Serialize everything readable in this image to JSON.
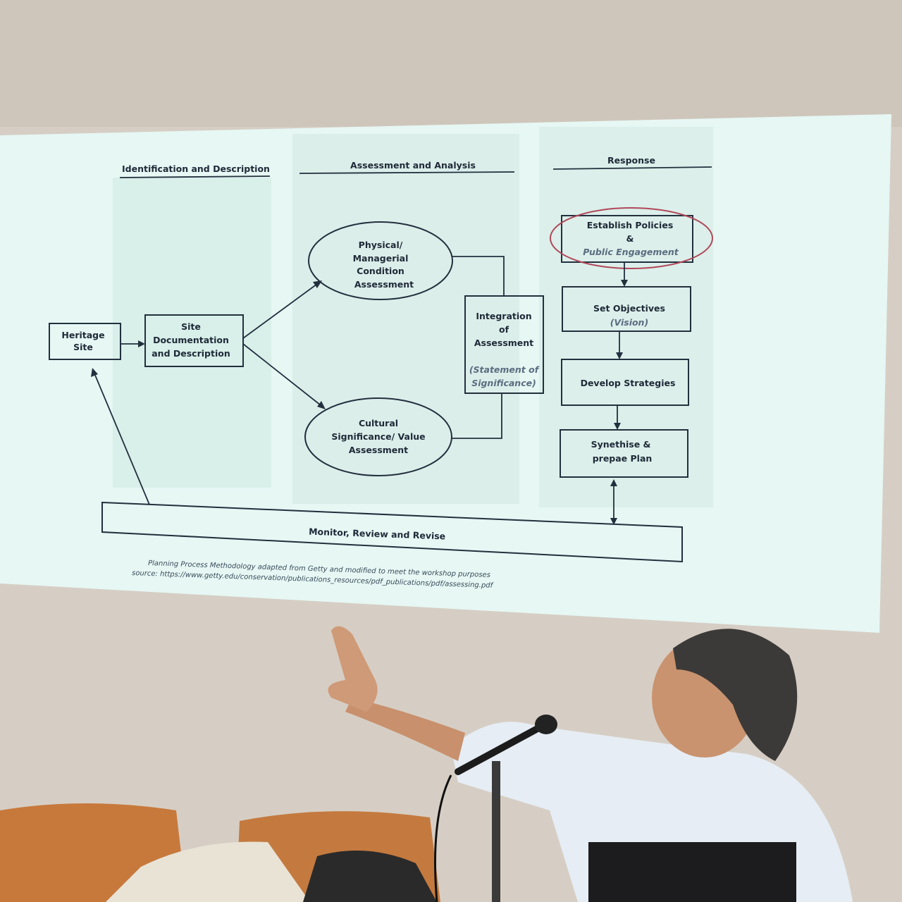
{
  "columns": {
    "identification": "Identification and Description",
    "assessment": "Assessment and Analysis",
    "response": "Response"
  },
  "nodes": {
    "heritage_site": [
      "Heritage",
      "Site"
    ],
    "site_documentation": [
      "Site",
      "Documentation",
      "and Description"
    ],
    "physical_assessment": [
      "Physical/",
      "Managerial",
      "Condition",
      "Assessment"
    ],
    "cultural_assessment": [
      "Cultural",
      "Significance/ Value",
      "Assessment"
    ],
    "integration": [
      "Integration",
      "of",
      "Assessment"
    ],
    "integration_note": [
      "(Statement of",
      "Significance)"
    ],
    "establish_policies": [
      "Establish Policies",
      "&"
    ],
    "public_engagement": "Public Engagement",
    "set_objectives": "Set Objectives",
    "vision": "(Vision)",
    "develop_strategies": "Develop Strategies",
    "synthesise_plan": [
      "Synethise &",
      "prepae Plan"
    ],
    "monitor": "Monitor, Review and Revise"
  },
  "caption": {
    "line1": "Planning Process Methodology adapted from Getty and modified to meet the workshop purposes",
    "line2": "source: https://www.getty.edu/conservation/publications_resources/pdf_publications/pdf/assessing.pdf"
  },
  "colors": {
    "screen": "#e6f6f4",
    "ink": "#22303e",
    "highlight": "#b0485a",
    "wall": "#d9d1c7"
  }
}
